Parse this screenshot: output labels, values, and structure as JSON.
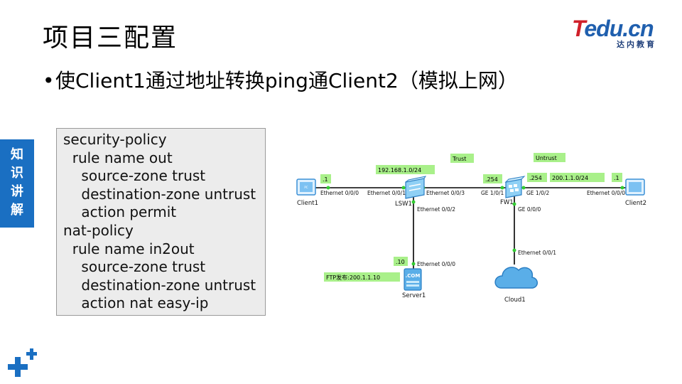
{
  "slide": {
    "title": "项目三配置",
    "bullet": "使Client1通过地址转换ping通Client2（模拟上网）",
    "side_tab": [
      "知",
      "识",
      "讲",
      "解"
    ]
  },
  "logo": {
    "main_t": "T",
    "main_rest": "edu.cn",
    "sub": "达内教育"
  },
  "config_lines": [
    "security-policy",
    "  rule name out",
    "    source-zone trust",
    "    destination-zone untrust",
    "    action permit",
    "nat-policy",
    "  rule name in2out",
    "    source-zone trust",
    "    destination-zone untrust",
    "    action nat easy-ip"
  ],
  "topology": {
    "devices": {
      "client1": "Client1",
      "lsw1": "LSW1",
      "fw1": "FW1",
      "client2": "Client2",
      "server1": "Server1",
      "cloud1": "Cloud1",
      "server_badge": ".COM"
    },
    "ports": {
      "client1_e0": "Ethernet 0/0/0",
      "lsw1_e01": "Ethernet 0/0/1",
      "lsw1_e03": "Ethernet 0/0/3",
      "lsw1_e02": "Ethernet 0/0/2",
      "fw1_ge101": "GE 1/0/1",
      "fw1_ge102": "GE 1/0/2",
      "fw1_ge000": "GE 0/0/0",
      "client2_e0": "Ethernet 0/0/0",
      "server1_e0": "Ethernet 0/0/0",
      "cloud1_e01": "Ethernet 0/0/1"
    },
    "labels": {
      "trust": "Trust",
      "untrust": "Untrust",
      "net_inside": "192.168.1.0/24",
      "net_outside": "200.1.1.0/24",
      "client1_ip": ".1",
      "fw_in_ip": ".254",
      "fw_out_ip": ".254",
      "client2_ip": ".1",
      "server_ip": ".10",
      "ftp": "FTP发布:200.1.1.10"
    },
    "colors": {
      "label_bg": "#a9f08a",
      "link": "#000000",
      "port_dot": "#33cc33",
      "device": "#5aaee8"
    }
  }
}
